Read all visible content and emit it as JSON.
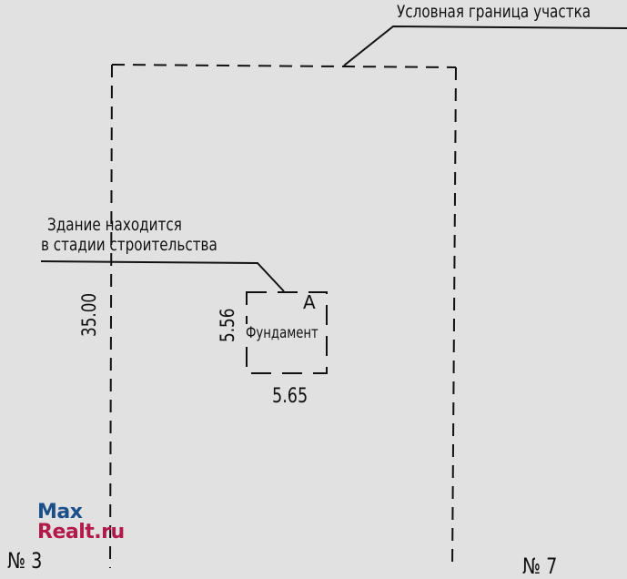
{
  "labels": {
    "boundary": "Условная граница участка",
    "building_line1": "Здание находится",
    "building_line2": "в стадии строительства",
    "building_letter": "А",
    "building_type": "Фундамент",
    "building_height": "5.56",
    "building_width": "5.65",
    "plot_side": "35.00",
    "neighbor_left": "№ 3",
    "neighbor_right": "№ 7"
  },
  "watermark": {
    "line1": "Max",
    "line2": "Realt.ru",
    "color1": "#1b4f8a",
    "color2": "#b3194a"
  }
}
